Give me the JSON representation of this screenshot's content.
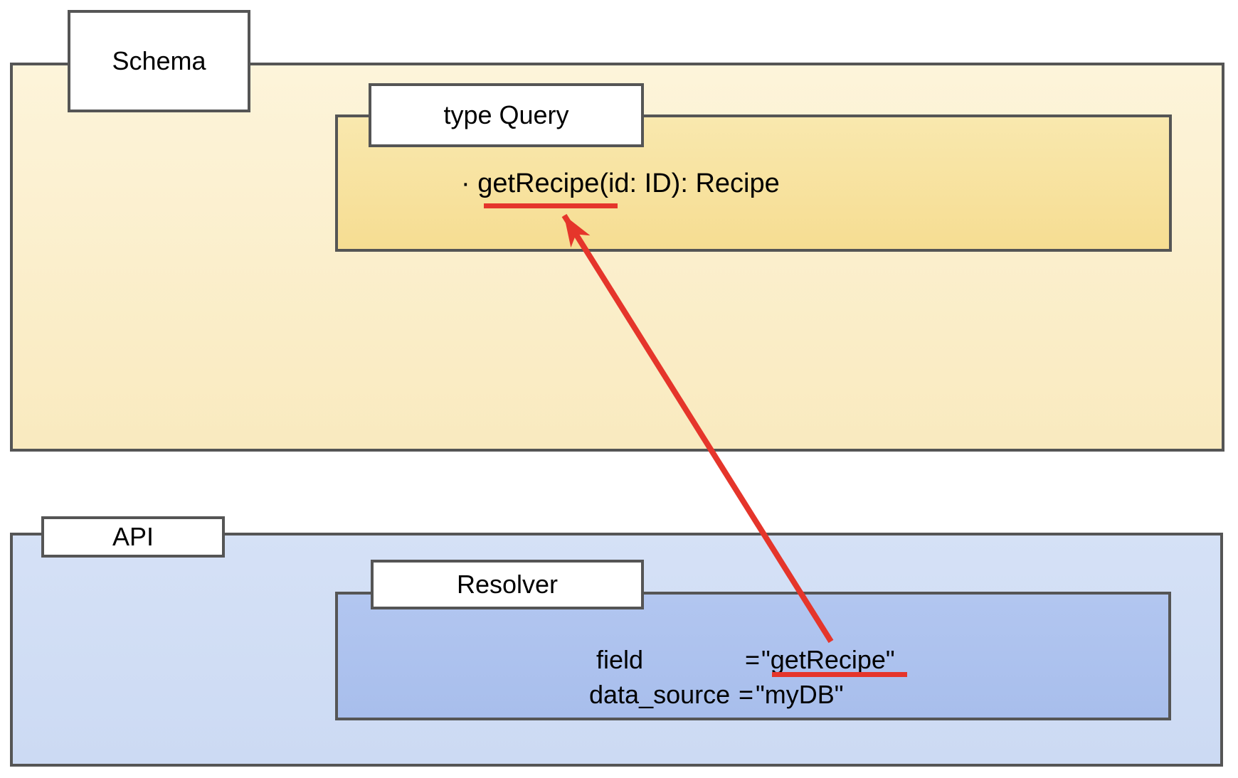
{
  "colors": {
    "border": "#555555",
    "red": "#e5352b",
    "text": "#000000",
    "label_bg": "#ffffff",
    "yellow_outer_top": "#fdf4da",
    "yellow_outer_bottom": "#f9eabf",
    "yellow_inner_top": "#f9e8ae",
    "yellow_inner_bottom": "#f6dd92",
    "blue_outer_top": "#d5e1f6",
    "blue_outer_bottom": "#ccdaf3",
    "blue_inner_top": "#b2c6f0",
    "blue_inner_bottom": "#a8beec"
  },
  "schema": {
    "label": "Schema",
    "type_query": {
      "label": "type Query",
      "field_line": "· getRecipe(id: ID): Recipe"
    }
  },
  "api": {
    "label": "API",
    "resolver": {
      "label": "Resolver",
      "rows": [
        {
          "name": "field",
          "op": "=",
          "value": "\"getRecipe\""
        },
        {
          "name": "data_source",
          "op": "=",
          "value": "\"myDB\""
        }
      ]
    }
  }
}
